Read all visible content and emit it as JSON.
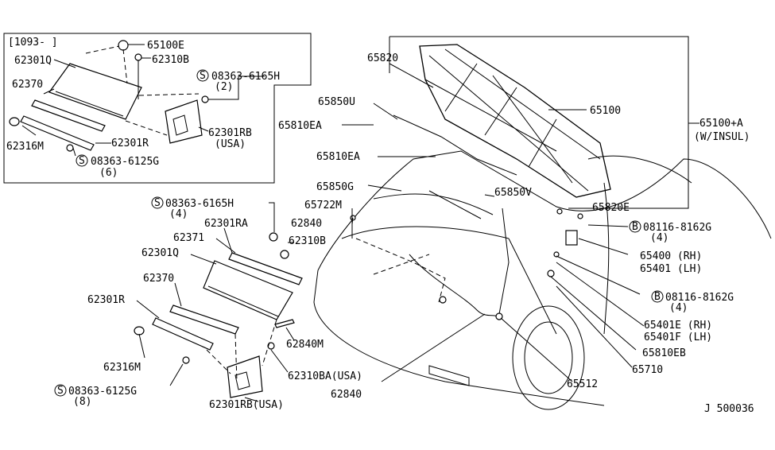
{
  "inset": {
    "date_code": "[1093-     ]"
  },
  "labels": {
    "inset_65100E": "65100E",
    "inset_62301Q": "62301Q",
    "inset_62310B": "62310B",
    "inset_screw_top": "08363-6165H",
    "inset_screw_top_qty": "(2)",
    "inset_62370": "62370",
    "inset_62301RB": "62301RB",
    "inset_62301RB_usa": "(USA)",
    "inset_62316M": "62316M",
    "inset_62301R": "62301R",
    "inset_screw_bot": "08363-6125G",
    "inset_screw_bot_qty": "(6)",
    "p65820": "65820",
    "p65850U": "65850U",
    "p65100": "65100",
    "p65100A": "65100+A",
    "p65100A_note": "(W/INSUL)",
    "p65810EA_1": "65810EA",
    "p65810EA_2": "65810EA",
    "p65850G": "65850G",
    "p65850V": "65850V",
    "p65722M": "65722M",
    "p62840_top": "62840",
    "p65820E": "65820E",
    "p08116_top": "08116-8162G",
    "p08116_top_qty": "(4)",
    "p65400": "65400 (RH)",
    "p65401": "65401 (LH)",
    "p08116_bot": "08116-8162G",
    "p08116_bot_qty": "(4)",
    "p65401E": "65401E (RH)",
    "p65401F": "65401F (LH)",
    "p65810EB": "65810EB",
    "p65710": "65710",
    "p65512": "65512",
    "p62840_bot": "62840",
    "m_screw_top": "08363-6165H",
    "m_screw_top_qty": "(4)",
    "m_62301RA": "62301RA",
    "m_62371": "62371",
    "m_62310B": "62310B",
    "m_62301Q": "62301Q",
    "m_62370": "62370",
    "m_62301R": "62301R",
    "m_62316M": "62316M",
    "m_62840M": "62840M",
    "m_62310BA": "62310BA(USA)",
    "m_screw_bot": "08363-6125G",
    "m_screw_bot_qty": "(8)",
    "m_62301RB": "62301RB(USA)",
    "figure_id": "J 500036",
    "symbol_s": "S",
    "symbol_b": "B"
  }
}
